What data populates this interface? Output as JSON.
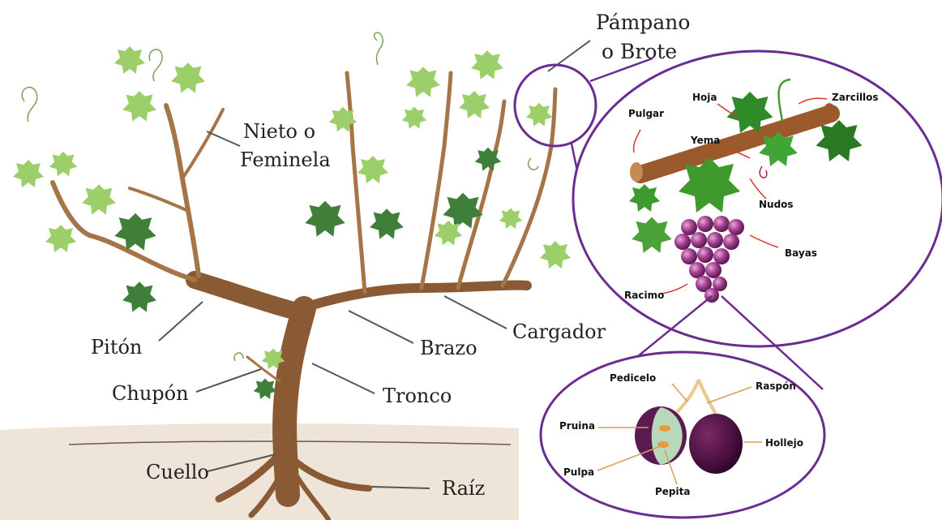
{
  "colors": {
    "accent": "#6a2c91",
    "trunk": "#8a5a35",
    "leaf_light": "#9ccf6a",
    "leaf_dark": "#3f7f3a",
    "soil": "#e9ddd0",
    "grape": "#8e2f7c"
  },
  "vine_labels": {
    "pampano": "Pámpano",
    "brote": "o Brote",
    "nieto": "Nieto o",
    "feminela": "Feminela",
    "piton": "Pitón",
    "chupon": "Chupón",
    "cuello": "Cuello",
    "raiz": "Raíz",
    "brazo": "Brazo",
    "cargador": "Cargador",
    "tronco": "Tronco"
  },
  "shoot_labels": {
    "hoja": "Hoja",
    "zarcillos": "Zarcillos",
    "pulgar": "Pulgar",
    "yema": "Yema",
    "nudos": "Nudos",
    "bayas": "Bayas",
    "racimo": "Racimo"
  },
  "berry_labels": {
    "pedicelo": "Pedicelo",
    "raspon": "Raspón",
    "pruina": "Pruina",
    "hollejo": "Hollejo",
    "pulpa": "Pulpa",
    "pepita": "Pepita"
  }
}
